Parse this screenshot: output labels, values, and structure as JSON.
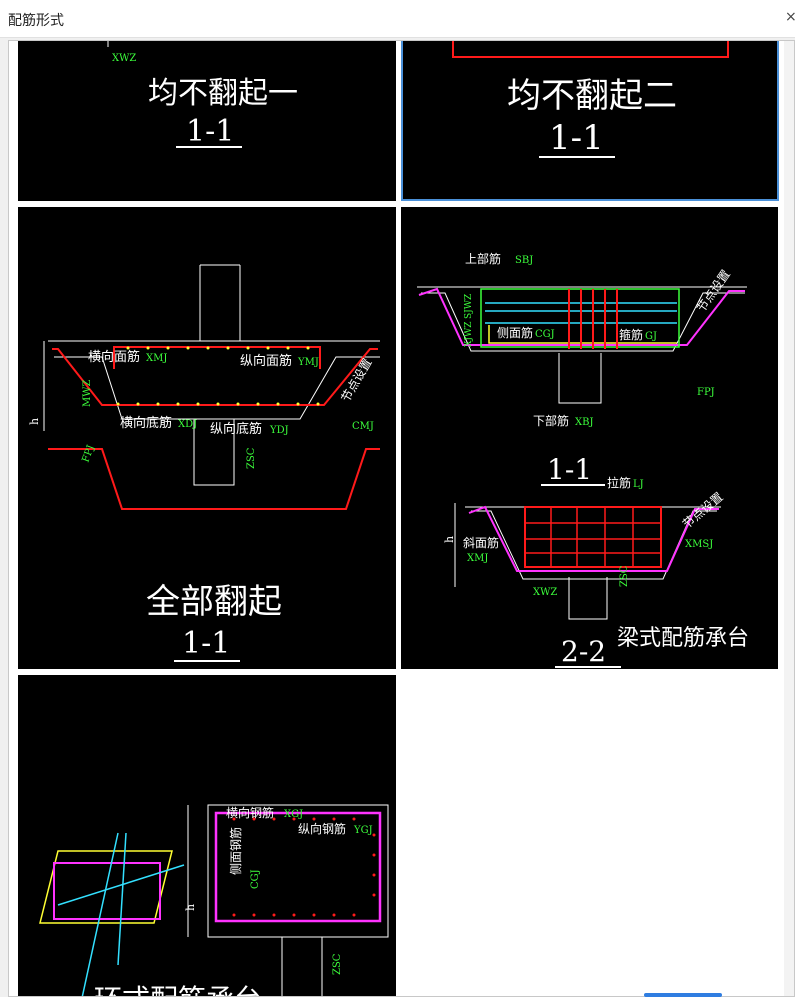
{
  "window": {
    "title": "配筋形式",
    "close_glyph": "×"
  },
  "tiles": {
    "t1": {
      "main": "均不翻起一",
      "section": "1-1",
      "tag_xwz": "XWZ"
    },
    "t2": {
      "main": "均不翻起二",
      "section": "1-1"
    },
    "t3": {
      "main": "全部翻起",
      "section": "1-1",
      "l_hxmj": "横向面筋",
      "c_xmj": "XMJ",
      "l_zxmj": "纵向面筋",
      "c_ymj": "YMJ",
      "l_hxdj": "横向底筋",
      "c_xdj": "XDJ",
      "l_zxdj": "纵向底筋",
      "c_ydj": "YDJ",
      "c_mwz": "MWZ",
      "c_h": "h",
      "c_fpj": "FPJ",
      "c_cmj": "CMJ",
      "c_zsc": "ZSC",
      "l_node": "节点设置"
    },
    "t4": {
      "label": "梁式配筋承台",
      "sec1": "1-1",
      "sec2": "2-2",
      "l_sbj": "上部筋",
      "c_sbj": "SBJ",
      "l_cmj": "侧面筋",
      "c_cgj": "CGJ",
      "l_gj": "箍筋",
      "c_gj": "GJ",
      "l_xbj": "下部筋",
      "c_xbj": "XBJ",
      "l_lj": "拉筋",
      "c_lj": "LJ",
      "l_xmj": "斜面筋",
      "c_xmj": "XMJ",
      "c_xmsj": "XMSJ",
      "c_xwz": "XWZ",
      "c_fpj": "FPJ",
      "c_zsc": "ZSC",
      "c_h": "h",
      "c_sjwz": "SJWZ",
      "c_xjwz": "XJWZ",
      "l_node": "节点设置"
    },
    "t5": {
      "l_hxgj": "横向钢筋",
      "c_xgj": "XGJ",
      "l_zxgj": "纵向钢筋",
      "c_ygj": "YGJ",
      "l_cmgj": "侧面钢筋",
      "c_cgj": "CGJ",
      "c_h": "h",
      "c_zsc": "ZSC",
      "main_partial": "环式配筋承台"
    }
  },
  "colors": {
    "white": "#ffffff",
    "red": "#ff1a1a",
    "green": "#3cff3c",
    "yellow": "#ffff33",
    "cyan": "#33e0ff",
    "magenta": "#ff33ff"
  }
}
